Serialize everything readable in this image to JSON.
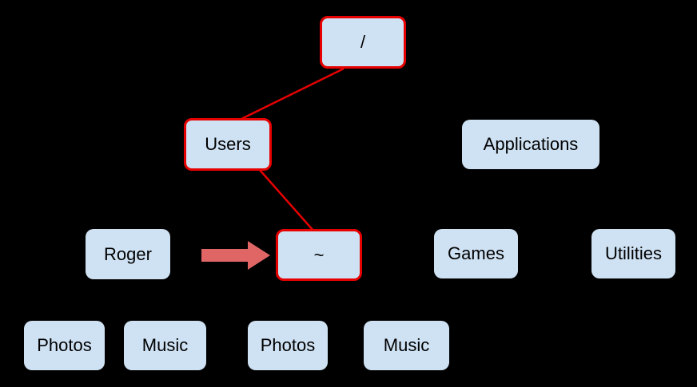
{
  "diagram": {
    "title": "filesystem-tree-diagram",
    "colors": {
      "background": "#000000",
      "node_fill": "#cfe2f3",
      "highlight_border": "#e60000",
      "edge_color": "#e60000",
      "arrow_color": "#e06666"
    },
    "nodes": [
      {
        "id": "root",
        "label": "/",
        "highlighted": true
      },
      {
        "id": "users",
        "label": "Users",
        "highlighted": true
      },
      {
        "id": "applications",
        "label": "Applications",
        "highlighted": false
      },
      {
        "id": "roger",
        "label": "Roger",
        "highlighted": false
      },
      {
        "id": "home-tilde",
        "label": "~",
        "highlighted": true
      },
      {
        "id": "games",
        "label": "Games",
        "highlighted": false
      },
      {
        "id": "utilities",
        "label": "Utilities",
        "highlighted": false
      },
      {
        "id": "photos-left",
        "label": "Photos",
        "highlighted": false
      },
      {
        "id": "music-left",
        "label": "Music",
        "highlighted": false
      },
      {
        "id": "photos-right",
        "label": "Photos",
        "highlighted": false
      },
      {
        "id": "music-right",
        "label": "Music",
        "highlighted": false
      }
    ],
    "edges": [
      {
        "from": "root",
        "to": "users"
      },
      {
        "from": "users",
        "to": "home-tilde"
      }
    ],
    "arrow": {
      "points_to": "home-tilde"
    }
  }
}
